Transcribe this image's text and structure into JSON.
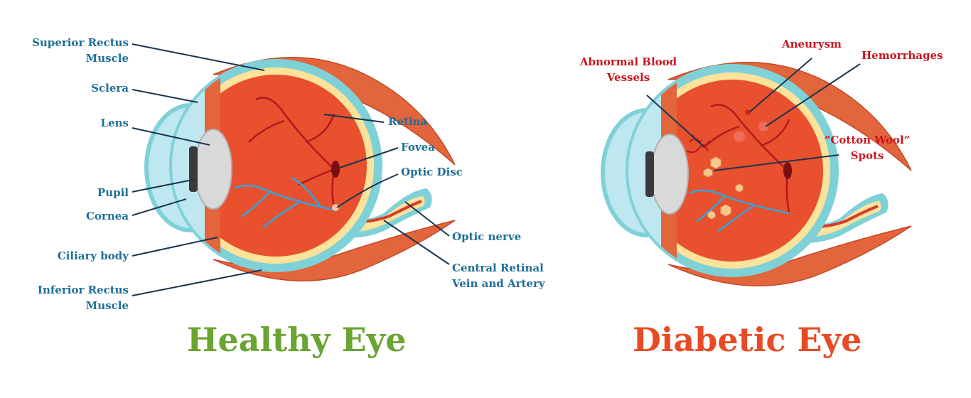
{
  "colors": {
    "label_blue": "#1e6e96",
    "label_red": "#c8161e",
    "healthy_title": "#6aa431",
    "diabetic_title": "#e84b24",
    "muscle": "#e2653c",
    "eyeball": "#e8502e",
    "sclera": "#7fd1d8",
    "retina": "#fbe39b",
    "vessel_blue": "#2fa6dc",
    "vessel_red": "#b3181f"
  },
  "healthy": {
    "title": "Healthy Eye",
    "labels": {
      "superior_rectus": [
        "Superior Rectus",
        "Muscle"
      ],
      "sclera": "Sclera",
      "lens": "Lens",
      "pupil": "Pupil",
      "cornea": "Cornea",
      "ciliary": "Ciliary body",
      "inferior_rectus": [
        "Inferior Rectus",
        "Muscle"
      ],
      "retina": "Retina",
      "fovea": "Fovea",
      "optic_disc": "Optic Disc",
      "optic_nerve": "Optic nerve",
      "central_retinal": [
        "Central Retinal",
        "Vein and Artery"
      ]
    }
  },
  "diabetic": {
    "title": "Diabetic Eye",
    "labels": {
      "abnormal_vessels": [
        "Abnormal Blood",
        "Vessels"
      ],
      "aneurysm": "Aneurysm",
      "hemorrhages": "Hemorrhages",
      "cotton_wool": [
        "“Cotton Wool”",
        "Spots"
      ]
    }
  }
}
